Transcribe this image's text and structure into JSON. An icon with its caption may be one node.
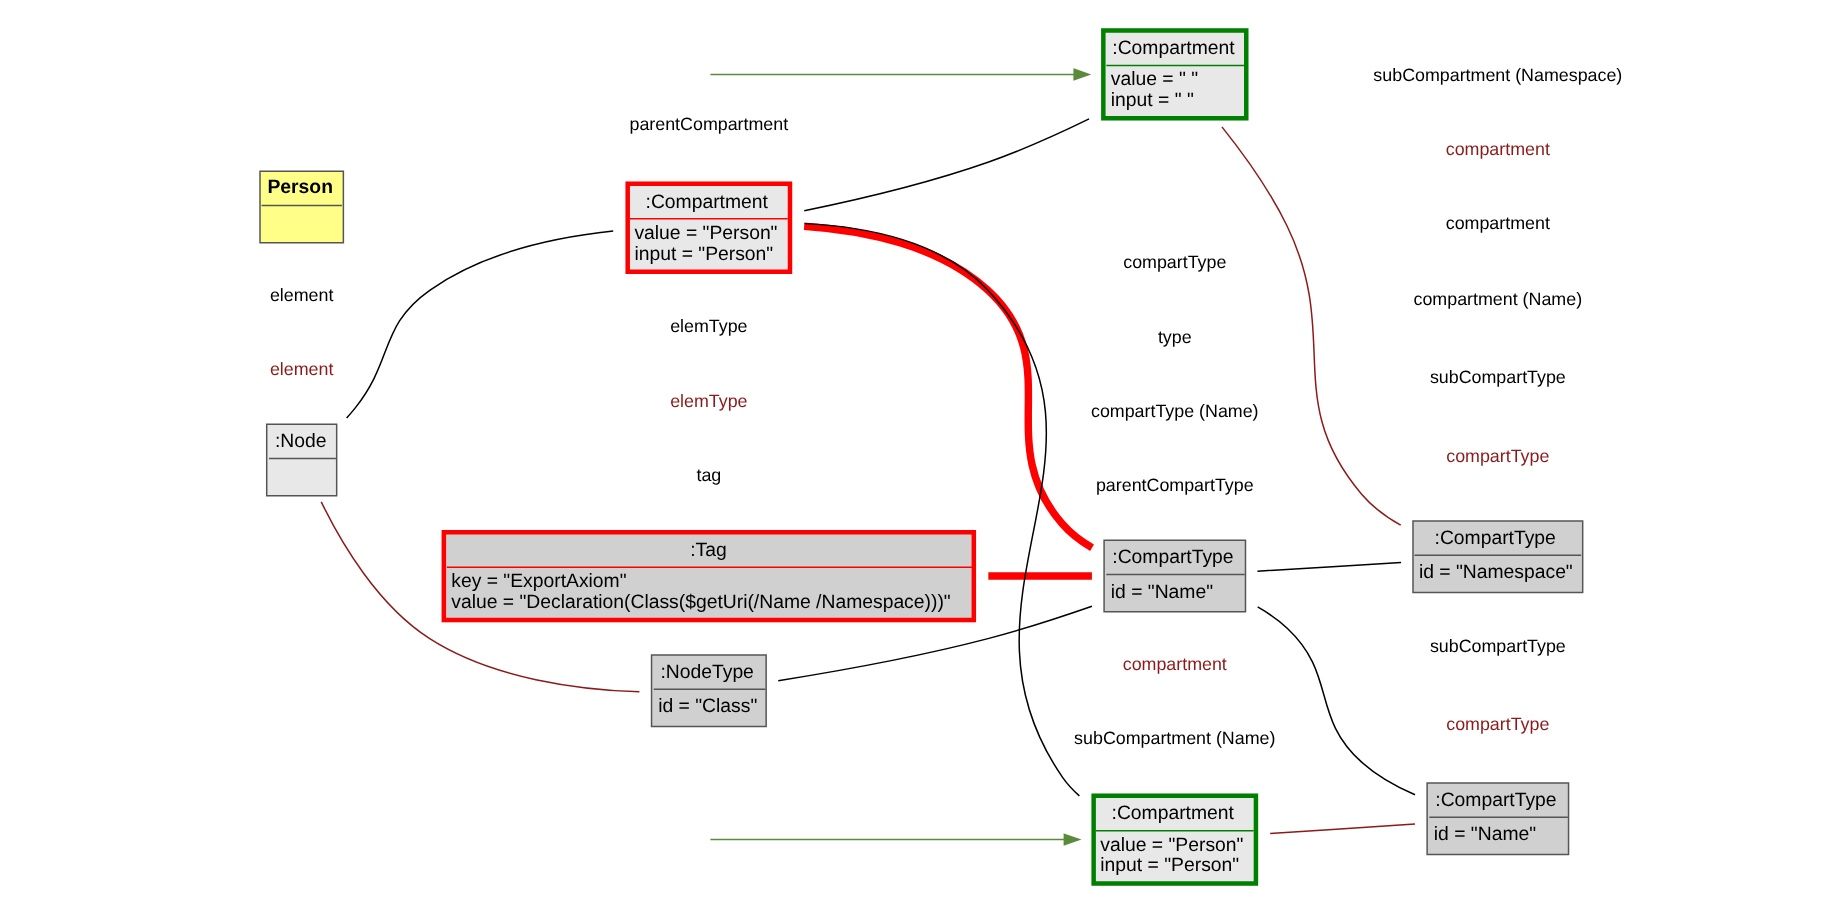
{
  "diagram": {
    "nodes": [
      {
        "text": [
          "Person"
        ]
      },
      {
        "text": [
          ":Tag",
          "key = \"ExportAxiom\"",
          "value = \"Declaration(Class($getUri(/Name /Namespace)))\""
        ]
      },
      {
        "text": [
          ":Node"
        ]
      },
      {
        "text": [
          ":NodeType",
          "id = \"Class\""
        ]
      },
      {
        "text": [
          ":Compartment",
          "value = \"Person\"",
          "input = \"Person\""
        ]
      },
      {
        "text": [
          ":CompartType",
          "id = \"Name\""
        ]
      },
      {
        "text": [
          ":Compartment",
          "value = \"Person\"",
          "input = \"Person\""
        ]
      },
      {
        "text": [
          ":CompartType",
          "id = \"Name\""
        ]
      },
      {
        "text": [
          ":Compartment",
          "value = \" \"",
          "input = \" \""
        ]
      },
      {
        "text": [
          ":CompartType",
          "id = \"Namespace\""
        ]
      }
    ],
    "edges": [
      {
        "from": 2,
        "to": 3,
        "arrow": "none",
        "color": "#8b1a1a"
      },
      {
        "from": 2,
        "to": 4,
        "arrow": "none"
      },
      {
        "from": 3,
        "to": 5,
        "arrow": "none"
      },
      {
        "from": 4,
        "to": 5,
        "arrow": "none",
        "color": "#ff0000",
        "style": "thick"
      },
      {
        "from": 1,
        "to": 5,
        "arrow": "none",
        "color": "#ff0000",
        "style": "thick"
      },
      {
        "from": 4,
        "to": 6,
        "arrow": "none"
      },
      {
        "from": 4,
        "to": 8,
        "arrow": "none"
      },
      {
        "from": 5,
        "to": 7,
        "arrow": "none"
      },
      {
        "from": 5,
        "to": 9,
        "arrow": "none"
      },
      {
        "from": 6,
        "to": 7,
        "arrow": "none",
        "color": "#8b1a1a"
      },
      {
        "from": 8,
        "to": 9,
        "arrow": "none",
        "color": "#8b1a1a"
      },
      {
        "from": null,
        "to": 6,
        "arrow": "to",
        "color": "#5a8a3a"
      },
      {
        "from": null,
        "to": 8,
        "arrow": "to",
        "color": "#5a8a3a"
      }
    ],
    "labels": [
      "tag",
      "element",
      "elemType",
      "elemType",
      "element",
      "compartType",
      "compartment",
      "type",
      "compartType (Name)",
      "compartment (Name)",
      "parentCompartType",
      "parentCompartment",
      "subCompartType",
      "subCompartment (Name)",
      "compartment",
      "compartType",
      "subCompartType",
      "subCompartment (Namespace)",
      "compartment",
      "compartType"
    ]
  }
}
